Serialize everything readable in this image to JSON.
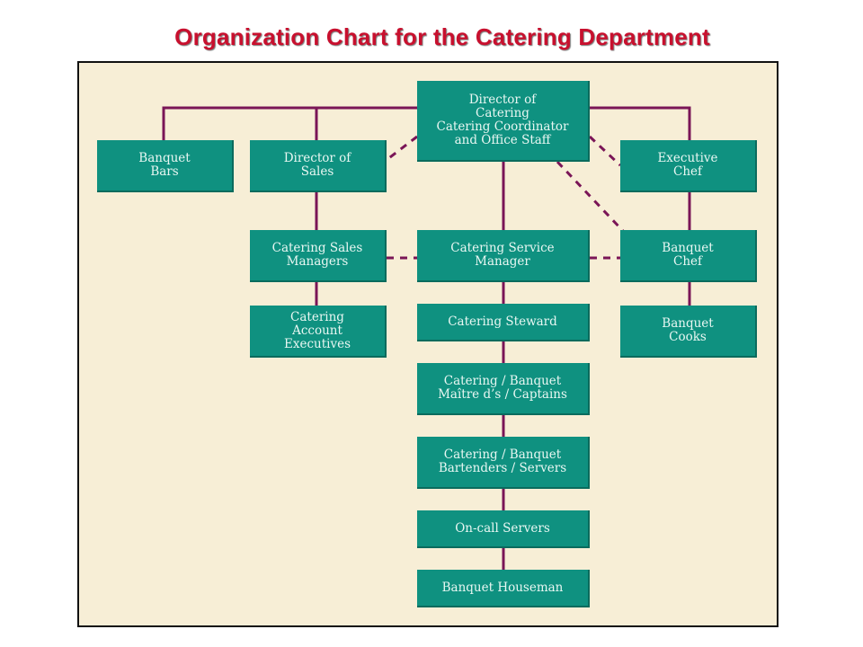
{
  "title": "Organization Chart for  the Catering Department",
  "colors": {
    "title": "#c8102e",
    "box": "#0f9180",
    "box_text": "#e8f7f2",
    "connector": "#7a1557",
    "background": "#f7eed6"
  },
  "nodes": {
    "director_of_catering": [
      "Director of",
      "Catering",
      "Catering Coordinator",
      "and Office Staff"
    ],
    "banquet_bars": [
      "Banquet",
      "Bars"
    ],
    "director_of_sales": [
      "Director of",
      "Sales"
    ],
    "executive_chef": [
      "Executive",
      "Chef"
    ],
    "catering_sales_managers": [
      "Catering Sales",
      "Managers"
    ],
    "catering_service_manager": [
      "Catering Service",
      "Manager"
    ],
    "banquet_chef": [
      "Banquet",
      "Chef"
    ],
    "catering_account_executives": [
      "Catering",
      "Account",
      "Executives"
    ],
    "catering_steward": [
      "Catering Steward"
    ],
    "banquet_cooks": [
      "Banquet",
      "Cooks"
    ],
    "maitre_ds_captains": [
      "Catering / Banquet",
      "Maître d’s / Captains"
    ],
    "bartenders_servers": [
      "Catering / Banquet",
      "Bartenders / Servers"
    ],
    "on_call_servers": [
      "On-call Servers"
    ],
    "banquet_houseman": [
      "Banquet Houseman"
    ]
  }
}
